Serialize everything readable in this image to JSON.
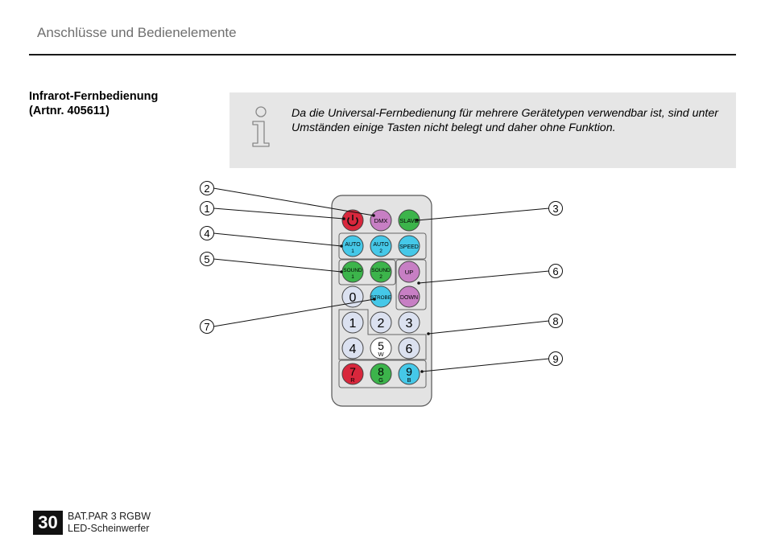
{
  "header": {
    "title": "Anschlüsse und Bedienelemente"
  },
  "section": {
    "title_line1": "Infrarot-Fernbedienung",
    "title_line2": "(Artnr. 405611)"
  },
  "note": {
    "icon": "info-icon",
    "line1": "Da die Universal-Fernbedienung für mehrere Gerätetypen verwendbar ist, sind unter",
    "line2": "Umständen einige Tasten nicht belegt und daher ohne Funktion."
  },
  "remote": {
    "buttons": {
      "power": {
        "icon": "power-icon",
        "color": "#d8273c"
      },
      "dmx": {
        "label": "DMX",
        "color": "#c77fc4"
      },
      "slave": {
        "label": "SLAVE",
        "color": "#3cb44b"
      },
      "auto1": {
        "label": "AUTO",
        "sub": "1",
        "color": "#45c8e8"
      },
      "auto2": {
        "label": "AUTO",
        "sub": "2",
        "color": "#45c8e8"
      },
      "speed": {
        "label": "SPEED",
        "color": "#45c8e8"
      },
      "sound1": {
        "label": "SOUND",
        "sub": "1",
        "color": "#3cb44b"
      },
      "sound2": {
        "label": "SOUND",
        "sub": "2",
        "color": "#3cb44b"
      },
      "up": {
        "label": "UP",
        "color": "#c77fc4"
      },
      "down": {
        "label": "DOWN",
        "color": "#c77fc4"
      },
      "zero": {
        "label": "0",
        "color": "#dbe1f0"
      },
      "strobe": {
        "label": "STROBE",
        "color": "#45c8e8"
      },
      "one": {
        "label": "1",
        "color": "#dbe1f0"
      },
      "two": {
        "label": "2",
        "color": "#dbe1f0"
      },
      "three": {
        "label": "3",
        "color": "#dbe1f0"
      },
      "four": {
        "label": "4",
        "color": "#dbe1f0"
      },
      "five": {
        "label": "5",
        "sub": "W",
        "color": "#ffffff"
      },
      "six": {
        "label": "6",
        "color": "#dbe1f0"
      },
      "seven": {
        "label": "7",
        "sub": "R",
        "color": "#d8273c"
      },
      "eight": {
        "label": "8",
        "sub": "G",
        "color": "#3cb44b"
      },
      "nine": {
        "label": "9",
        "sub": "B",
        "color": "#45c8e8"
      }
    },
    "callouts": [
      "1",
      "2",
      "3",
      "4",
      "5",
      "6",
      "7",
      "8",
      "9"
    ]
  },
  "footer": {
    "page": "30",
    "line1": "BAT.PAR 3 RGBW",
    "line2": "LED-Scheinwerfer"
  }
}
